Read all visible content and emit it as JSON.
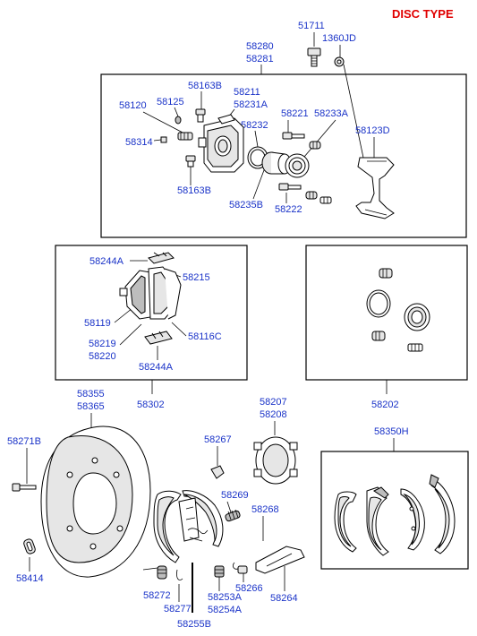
{
  "title": "DISC TYPE",
  "labels": {
    "l51711": "51711",
    "l1360jd": "1360JD",
    "l58280": "58280",
    "l58281": "58281",
    "l58163b_top": "58163B",
    "l58211": "58211",
    "l58231a": "58231A",
    "l58125": "58125",
    "l58120": "58120",
    "l58232": "58232",
    "l58221": "58221",
    "l58233a": "58233A",
    "l58123d": "58123D",
    "l58314": "58314",
    "l58163b_bot": "58163B",
    "l58235b": "58235B",
    "l58222": "58222",
    "l58244a_top": "58244A",
    "l58215": "58215",
    "l58119": "58119",
    "l58116c": "58116C",
    "l58219": "58219",
    "l58220": "58220",
    "l58244a_bot": "58244A",
    "l58302": "58302",
    "l58202": "58202",
    "l58355": "58355",
    "l58365": "58365",
    "l58207": "58207",
    "l58208": "58208",
    "l58271b": "58271B",
    "l58267": "58267",
    "l58350h": "58350H",
    "l58269": "58269",
    "l58268": "58268",
    "l58414": "58414",
    "l58272": "58272",
    "l58266": "58266",
    "l58264": "58264",
    "l58277": "58277",
    "l58253a": "58253A",
    "l58254a": "58254A",
    "l58255b": "58255B"
  },
  "colors": {
    "label": "#1a33c8",
    "title": "#e00000",
    "line": "#000000"
  }
}
